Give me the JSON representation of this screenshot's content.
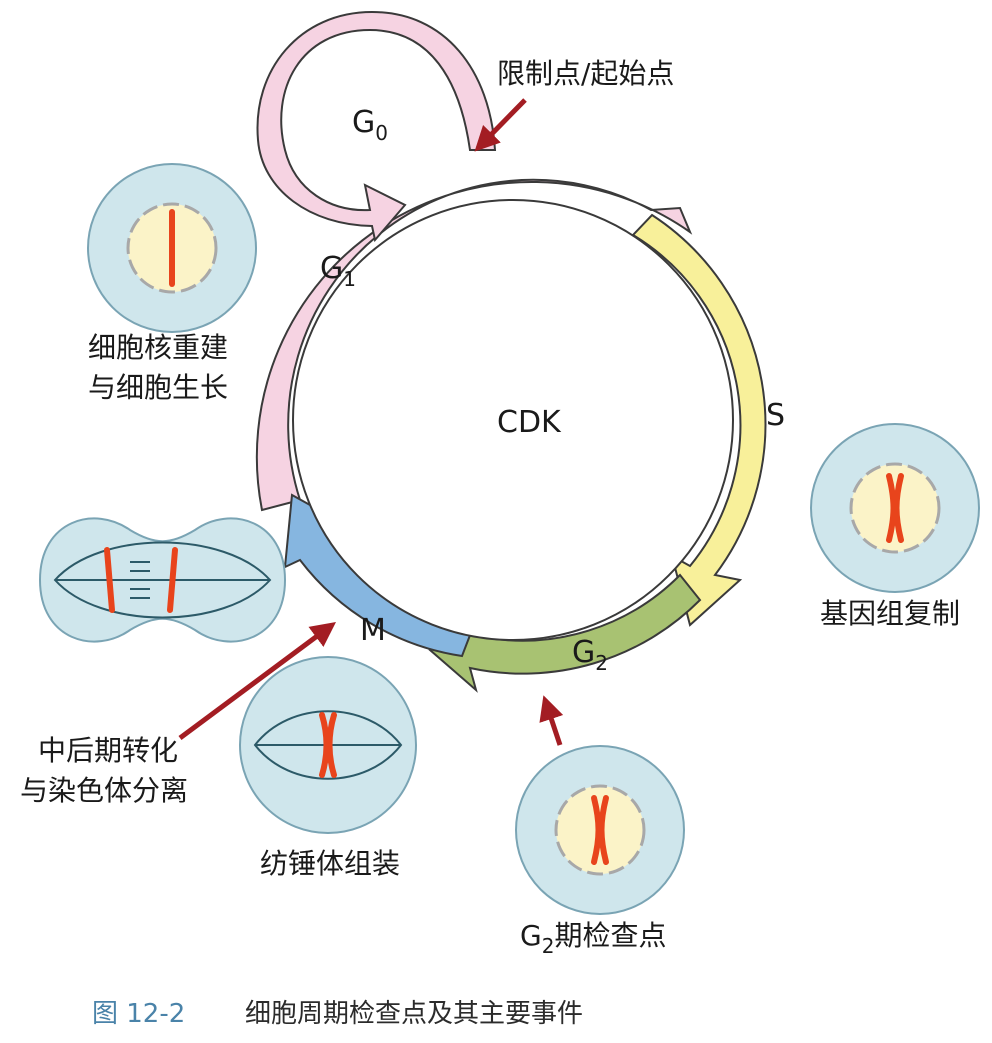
{
  "phases": {
    "g0": {
      "letter": "G",
      "sub": "0"
    },
    "g1": {
      "letter": "G",
      "sub": "1"
    },
    "s": "S",
    "g2": {
      "letter": "G",
      "sub": "2"
    },
    "m": "M"
  },
  "center_label": "CDK",
  "checkpoint_labels": {
    "restriction": "限制点/起始点",
    "g2_checkpoint": {
      "prefix": "G",
      "sub": "2",
      "suffix": "期检查点"
    },
    "metaphase_anaphase": [
      "中后期转化",
      "与染色体分离"
    ],
    "spindle": "纺锤体组装"
  },
  "event_labels": {
    "nuclear_rebuild": [
      "细胞核重建",
      "与细胞生长"
    ],
    "genome_replication": "基因组复制"
  },
  "caption": {
    "figure_number": "图 12-2",
    "title": "细胞周期检查点及其主要事件"
  },
  "colors": {
    "g1_pink": "#f6d3e2",
    "s_yellow": "#f8f09a",
    "g2_green": "#a8c272",
    "m_blue": "#86b6e0",
    "checkpoint_arrow": "#a31d23",
    "cell_fill": "#cfe6ec",
    "chromosome": "#e8441c",
    "nucleus_fill": "#fbf3c8"
  }
}
